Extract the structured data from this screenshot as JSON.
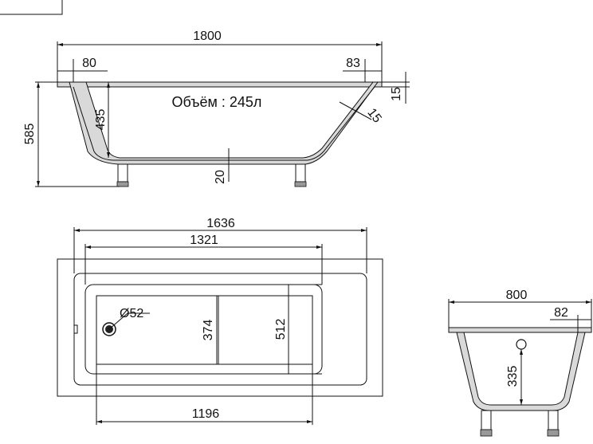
{
  "side_view": {
    "overall_length": "1800",
    "left_rim": "80",
    "right_rim": "83",
    "rim_thickness": "15",
    "inner_depth": "435",
    "total_height": "585",
    "wall_thickness": "15",
    "bottom_thickness": "20",
    "volume_label": "Объём : 245л"
  },
  "top_view": {
    "inner_length": "1636",
    "bottom_length": "1321",
    "flat_length": "1196",
    "drain_diameter": "Ø52",
    "width_374": "374",
    "width_512": "512"
  },
  "end_view": {
    "overall_width": "800",
    "rim_width": "82",
    "overflow_height": "335"
  }
}
